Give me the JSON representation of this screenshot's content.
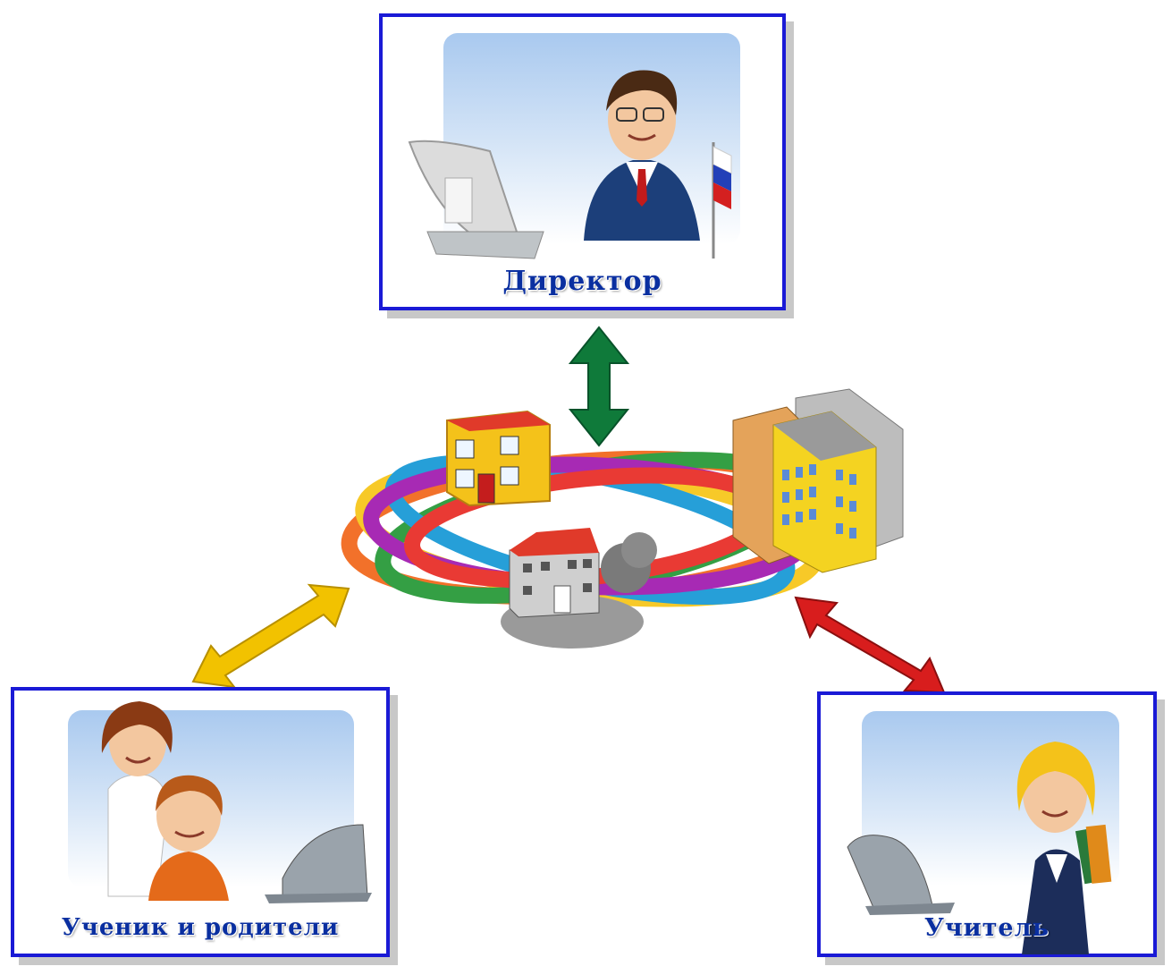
{
  "roles": {
    "director": "Директор",
    "student_parents": "Ученик и родители",
    "teacher": "Учитель"
  },
  "colors": {
    "card_border": "#1a1ad6",
    "label_text": "#0a2fa0",
    "arrow_director": "#0f7a3a",
    "arrow_student": "#f2c200",
    "arrow_teacher": "#d81d1d"
  },
  "icons": [
    "director-illustration",
    "student-parent-illustration",
    "teacher-illustration",
    "school-network-illustration",
    "double-arrow-icon"
  ]
}
